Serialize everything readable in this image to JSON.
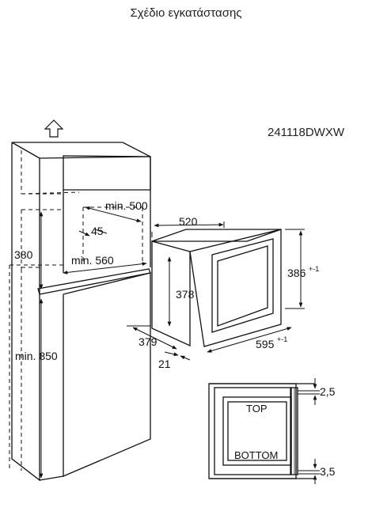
{
  "title": "Σχέδιο εγκατάστασης",
  "model_code": "241118DWXW",
  "cabinet": {
    "min_500": "min. 500",
    "dim_45": "45",
    "dim_380": "380",
    "min_560": "min. 560",
    "min_850": "min. 850"
  },
  "appliance": {
    "width_520": "520",
    "height_378": "378",
    "height_386": "386",
    "tol_386": "+-1",
    "depth_379": "379",
    "width_595": "595",
    "tol_595": "+-1",
    "frame_21": "21"
  },
  "detail": {
    "top_label": "TOP",
    "bottom_label": "BOTTOM",
    "gap_top": "2,5",
    "gap_bottom": "3,5"
  },
  "icons": {
    "airflow": "up-arrow-icon"
  }
}
